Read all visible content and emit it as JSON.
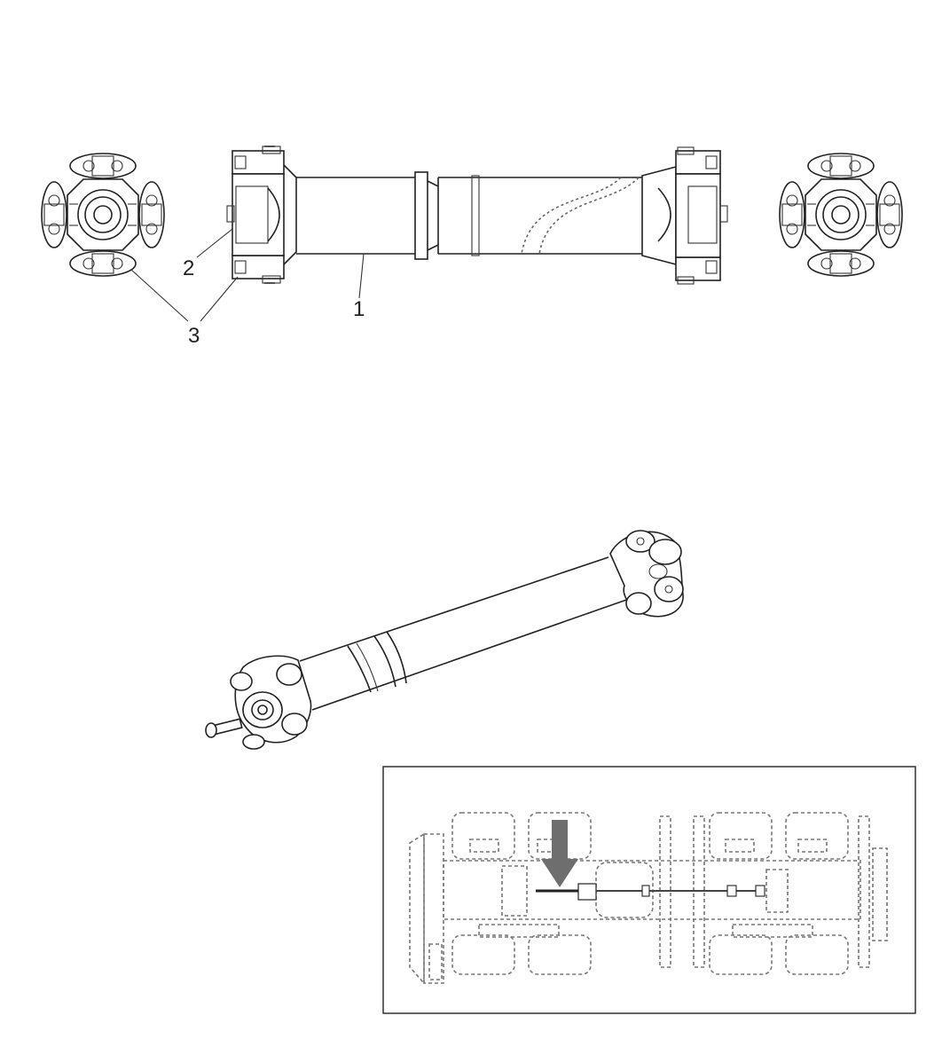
{
  "callouts": [
    {
      "id": "1",
      "text": "1"
    },
    {
      "id": "2",
      "text": "2"
    },
    {
      "id": "3",
      "text": "3"
    }
  ],
  "colors": {
    "line": "#222222",
    "arrow": "#6e6e6e",
    "dashed": "#8a8a8a"
  },
  "icons": {
    "locator_arrow": "down-arrow-icon"
  }
}
